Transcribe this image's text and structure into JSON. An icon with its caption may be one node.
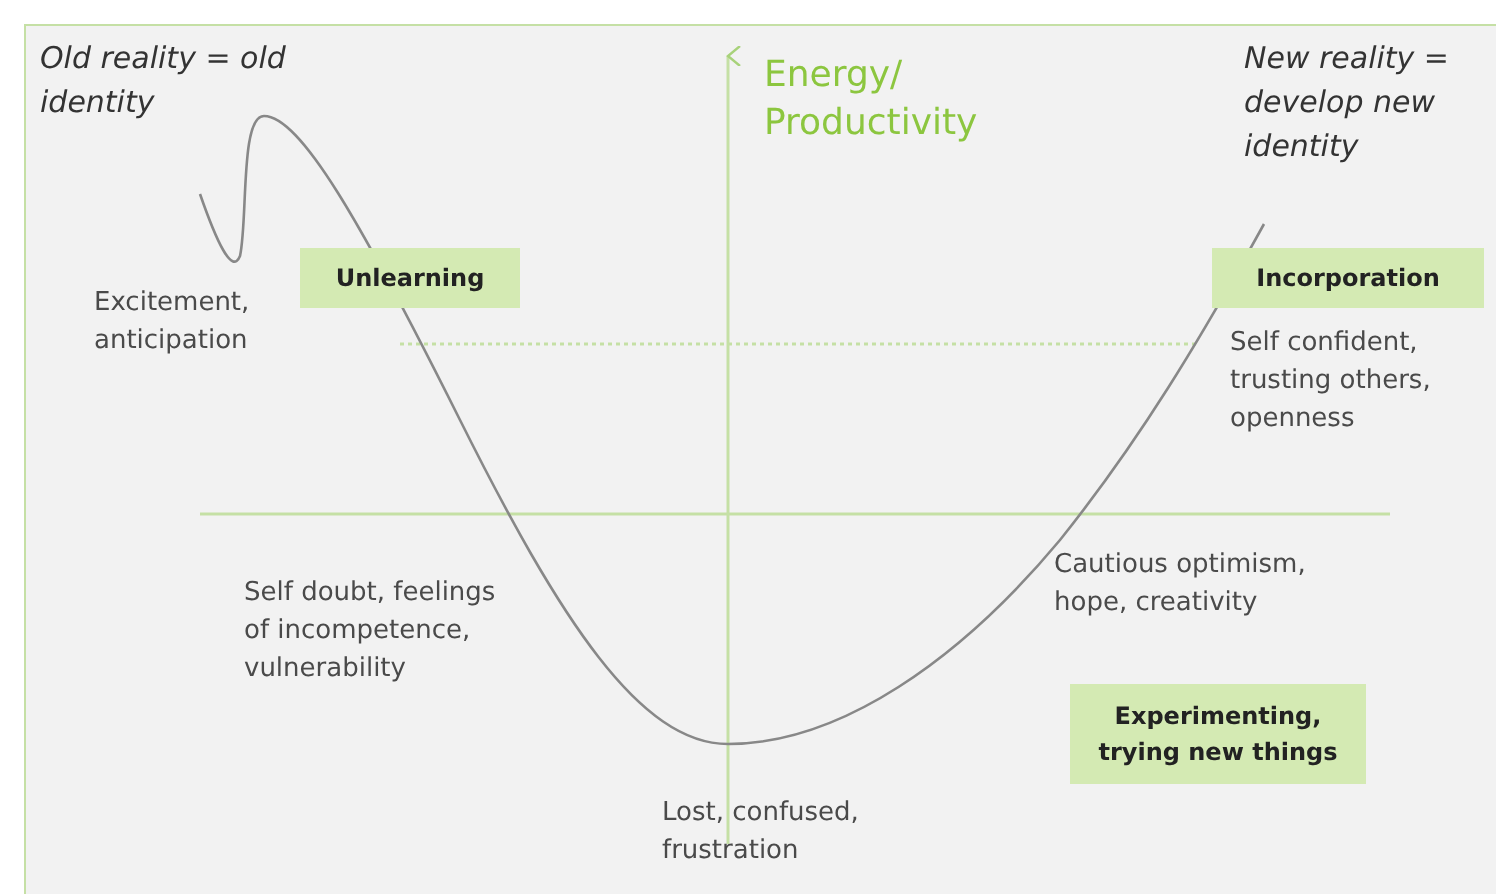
{
  "diagram": {
    "nodes": [
      {
        "text": [
          "Unlearning"
        ]
      },
      {
        "text": [
          "Incorporation"
        ]
      },
      {
        "text": [
          "Experimenting, trying new things"
        ]
      }
    ],
    "edges": [],
    "labels": [
      "Old reality = old identity",
      "Energy/ Productivity",
      "New reality = develop new identity",
      "Excitement, anticipation",
      "Self confident, trusting others, openness",
      "Cautious optimism, hope, creativity",
      "Self doubt, feelings of incompetence, vulnerability",
      "Lost, confused, frustration"
    ]
  }
}
